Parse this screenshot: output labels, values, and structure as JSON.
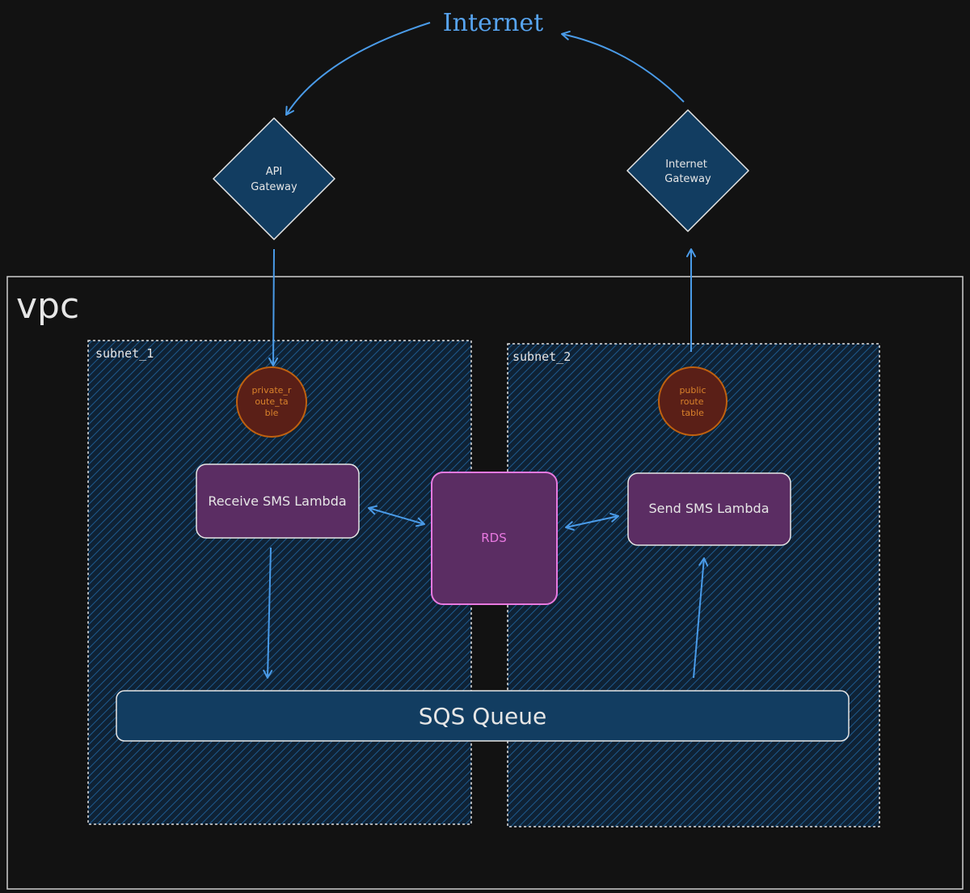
{
  "internet": {
    "label": "Internet"
  },
  "vpc": {
    "label": "vpc"
  },
  "subnets": [
    {
      "label": "subnet_1"
    },
    {
      "label": "subnet_2"
    }
  ],
  "api_gateway": {
    "line1": "API",
    "line2": "Gateway"
  },
  "internet_gateway": {
    "line1": "Internet",
    "line2": "Gateway"
  },
  "private_route_table": {
    "line1": "private_r",
    "line2": "oute_ta",
    "line3": "ble"
  },
  "public_route_table": {
    "line1": "public",
    "line2": "route",
    "line3": "table"
  },
  "receive_lambda": {
    "label": "Receive SMS Lambda"
  },
  "send_lambda": {
    "label": "Send SMS Lambda"
  },
  "rds": {
    "label": "RDS"
  },
  "sqs": {
    "label": "SQS Queue"
  },
  "colors": {
    "background": "#121212",
    "arrow": "#4a9be8",
    "gateway_fill": "#123d61",
    "lambda_fill": "#5b2d63",
    "route_table_fill": "#5a1f17",
    "route_table_stroke": "#c0610f",
    "rds_stroke": "#e879e0",
    "subnet_hatch": "#1d5a8e"
  }
}
